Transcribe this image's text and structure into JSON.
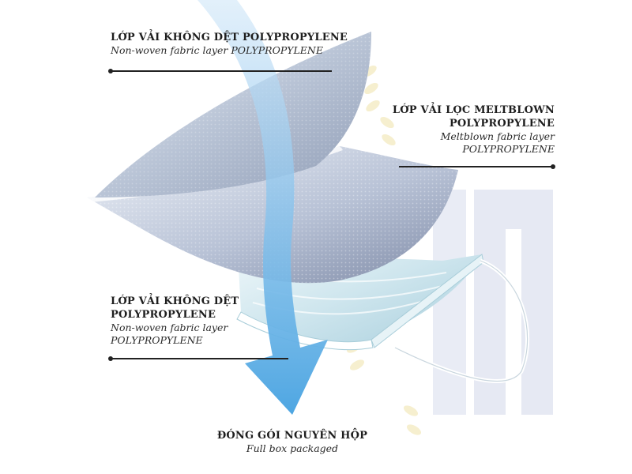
{
  "labels": {
    "top": {
      "title": "LỚP VẢI KHÔNG DỆT POLYPROPYLENE",
      "subtitle": "Non-woven fabric layer POLYPROPYLENE"
    },
    "middle": {
      "title_line1": "LỚP VẢI LỌC MELTBLOWN",
      "title_line2": "POLYPROPYLENE",
      "subtitle_line1": "Meltblown fabric layer",
      "subtitle_line2": "POLYPROPYLENE"
    },
    "bottom": {
      "title_line1": "LỚP VẢI KHÔNG DỆT",
      "title_line2": "POLYPROPYLENE",
      "subtitle_line1": "Non-woven fabric layer",
      "subtitle_line2": "POLYPROPYLENE"
    },
    "footer": {
      "title": "ĐÓNG GÓI NGUYÊN HỘP",
      "subtitle": "Full box packaged"
    }
  },
  "colors": {
    "arrow": "#6cb4e6",
    "outer_layer": "#b9c4d6",
    "filter_layer": "#a7b3ca",
    "inner_layer": "#cfe6ee",
    "watermark": "#e9ecf5",
    "wheat": "#f6efcf"
  }
}
